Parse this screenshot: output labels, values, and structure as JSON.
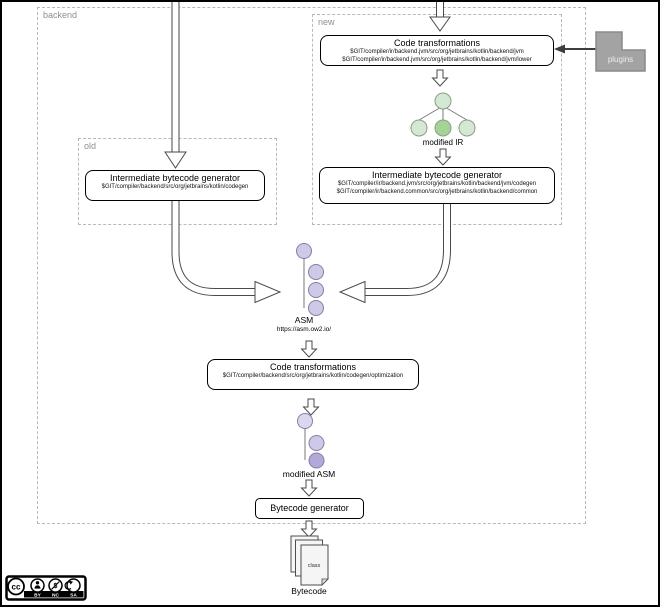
{
  "zones": {
    "backend": "backend",
    "new": "new",
    "old": "old"
  },
  "plugins": {
    "label": "plugins"
  },
  "boxes": {
    "new_ct": {
      "title": "Code transformations",
      "path1": "$GIT/compiler/ir/backend.jvm/src/org/jetbrains/kotlin/backend/jvm",
      "path2": "$GIT/compiler/ir/backend.jvm/src/org/jetbrains/kotlin/backend/jvm/lower"
    },
    "new_ibg": {
      "title": "Intermediate bytecode generator",
      "path1": "$GIT/compiler/ir/backend.jvm/src/org/jetbrains/kotlin/backend/jvm/codegen",
      "path2": "$GIT/compiler/ir/backend.common/src/org/jetbrains/kotlin/backend/common"
    },
    "old_ibg": {
      "title": "Intermediate bytecode generator",
      "path1": "$GIT/compiler/backend/src/org/jetbrains/kotlin/codegen"
    },
    "mid_ct": {
      "title": "Code transformations",
      "path1": "$GIT/compiler/backend/src/org/jetbrains/kotlin/codegen/optimization"
    },
    "bytecode_gen": {
      "title": "Bytecode generator"
    }
  },
  "labels": {
    "modified_ir": "modified IR",
    "asm": "ASM",
    "asm_url": "https://asm.ow2.io/",
    "modified_asm": "modified ASM",
    "bytecode": "Bytecode",
    "class_file": "class"
  },
  "license": {
    "cc": "cc",
    "by": "BY",
    "nc": "NC",
    "sa": "SA",
    "dollar": "$"
  },
  "colors": {
    "green_light": "#d5e8d4",
    "green_dark": "#a5d297",
    "purple_light": "#dcd7ee",
    "purple_mid": "#cfc9e8",
    "purple_dark": "#b3a8d8",
    "plugin_gray": "#a3a3a3"
  }
}
